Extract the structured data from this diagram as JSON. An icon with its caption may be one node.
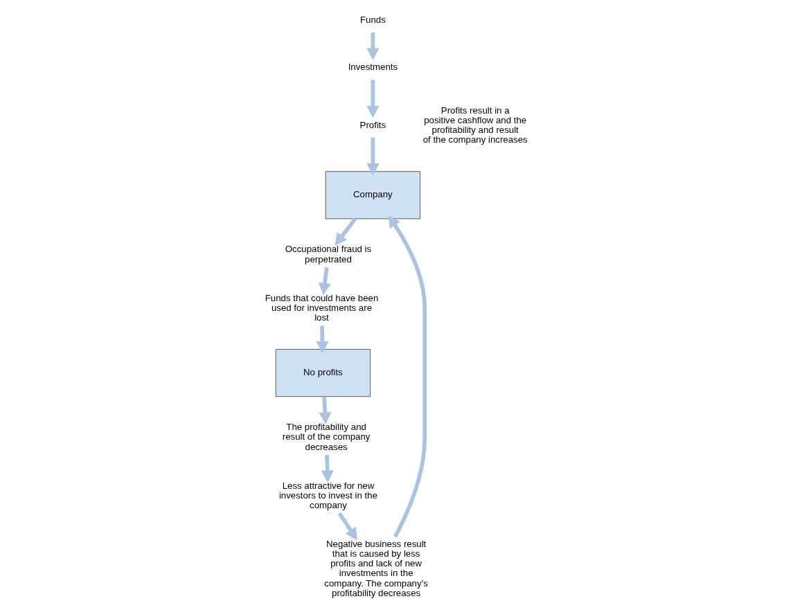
{
  "diagram": {
    "nodes": [
      {
        "text": [
          "Company"
        ]
      },
      {
        "text": [
          "Funds"
        ]
      },
      {
        "text": [
          "Investments"
        ]
      },
      {
        "text": [
          "Profits"
        ]
      },
      {
        "text": [
          "Occupational fraud is perpetrated"
        ]
      },
      {
        "text": [
          "Funds that could have been used for investments are lost"
        ]
      },
      {
        "text": [
          "No profits"
        ]
      },
      {
        "text": [
          "The profitability and result of the company decreases"
        ]
      },
      {
        "text": [
          "Less attractive for new investors to invest in the company"
        ]
      },
      {
        "text": [
          "Negative business result that is caused by less profits and lack of new investments in the company. The company’s profitability decreases"
        ]
      }
    ],
    "edges": [
      {
        "from": 1,
        "to": 2,
        "arrow": "to"
      },
      {
        "from": 2,
        "to": 3,
        "arrow": "to"
      },
      {
        "from": 3,
        "to": 0,
        "arrow": "to"
      },
      {
        "from": 0,
        "to": 4,
        "arrow": "to"
      },
      {
        "from": 4,
        "to": 5,
        "arrow": "to"
      },
      {
        "from": 5,
        "to": 6,
        "arrow": "to"
      },
      {
        "from": 6,
        "to": 7,
        "arrow": "to"
      },
      {
        "from": 7,
        "to": 8,
        "arrow": "to"
      },
      {
        "from": 8,
        "to": 9,
        "arrow": "to"
      },
      {
        "from": 9,
        "to": 0,
        "arrow": "to"
      }
    ],
    "labels": [
      "Profits result in a positive cashflow and the profitability and result of the company increases"
    ]
  }
}
